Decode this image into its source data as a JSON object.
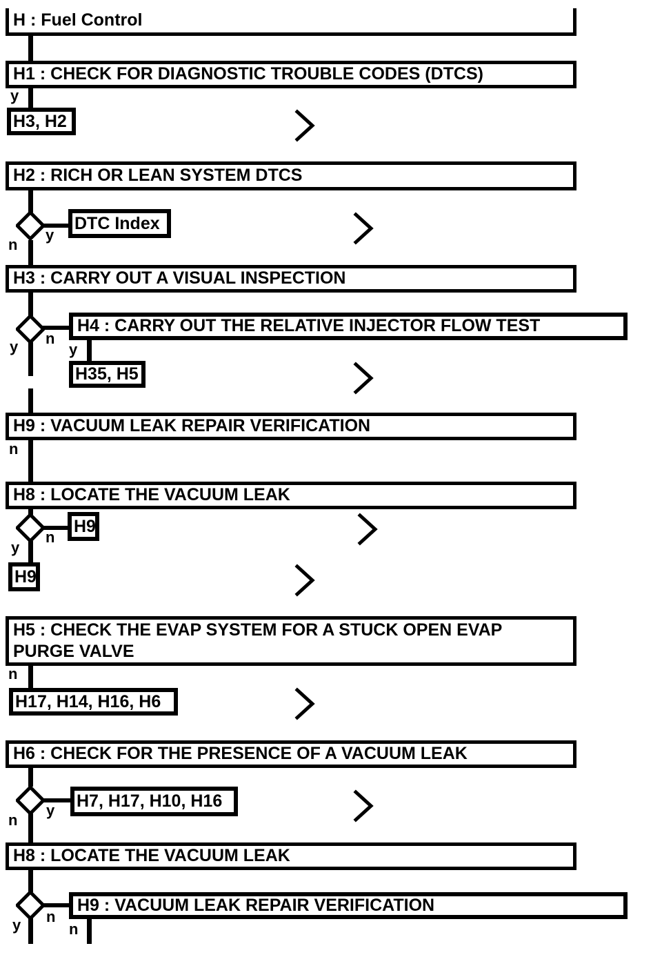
{
  "diagram": {
    "type": "diagnostic-flowchart",
    "colors": {
      "ink": "#000000",
      "background": "#ffffff"
    },
    "branch": {
      "yes": "y",
      "no": "n"
    },
    "icons": {
      "continuation": "chevron-right"
    },
    "nodes": {
      "h": {
        "label": "H : Fuel Control"
      },
      "h1": {
        "label": "H1 : CHECK FOR DIAGNOSTIC TROUBLE CODES (DTCS)"
      },
      "h1_yes_ref": {
        "label": "H3, H2"
      },
      "h2": {
        "label": "H2 : RICH OR LEAN SYSTEM DTCS"
      },
      "h2_yes_ref": {
        "label": "DTC Index"
      },
      "h3": {
        "label": "H3 : CARRY OUT A VISUAL INSPECTION"
      },
      "h4": {
        "label": "H4 : CARRY OUT THE RELATIVE INJECTOR FLOW TEST"
      },
      "h4_yes_ref": {
        "label": "H35, H5"
      },
      "h9_verify_1": {
        "label": "H9 : VACUUM LEAK REPAIR VERIFICATION"
      },
      "h8_locate_1": {
        "label": "H8 : LOCATE THE VACUUM LEAK"
      },
      "h8_no_ref": {
        "label": "H9"
      },
      "h8_yes_ref": {
        "label": "H9"
      },
      "h5": {
        "label": "H5 : CHECK THE EVAP SYSTEM FOR A STUCK OPEN EVAP PURGE VALVE"
      },
      "h5_no_ref": {
        "label": "H17, H14, H16, H6"
      },
      "h6": {
        "label": "H6 : CHECK FOR THE PRESENCE OF A VACUUM LEAK"
      },
      "h6_yes_ref": {
        "label": "H7, H17, H10, H16"
      },
      "h8_locate_2": {
        "label": "H8 : LOCATE THE VACUUM LEAK"
      },
      "h9_verify_2": {
        "label": "H9 : VACUUM LEAK REPAIR VERIFICATION"
      }
    }
  }
}
